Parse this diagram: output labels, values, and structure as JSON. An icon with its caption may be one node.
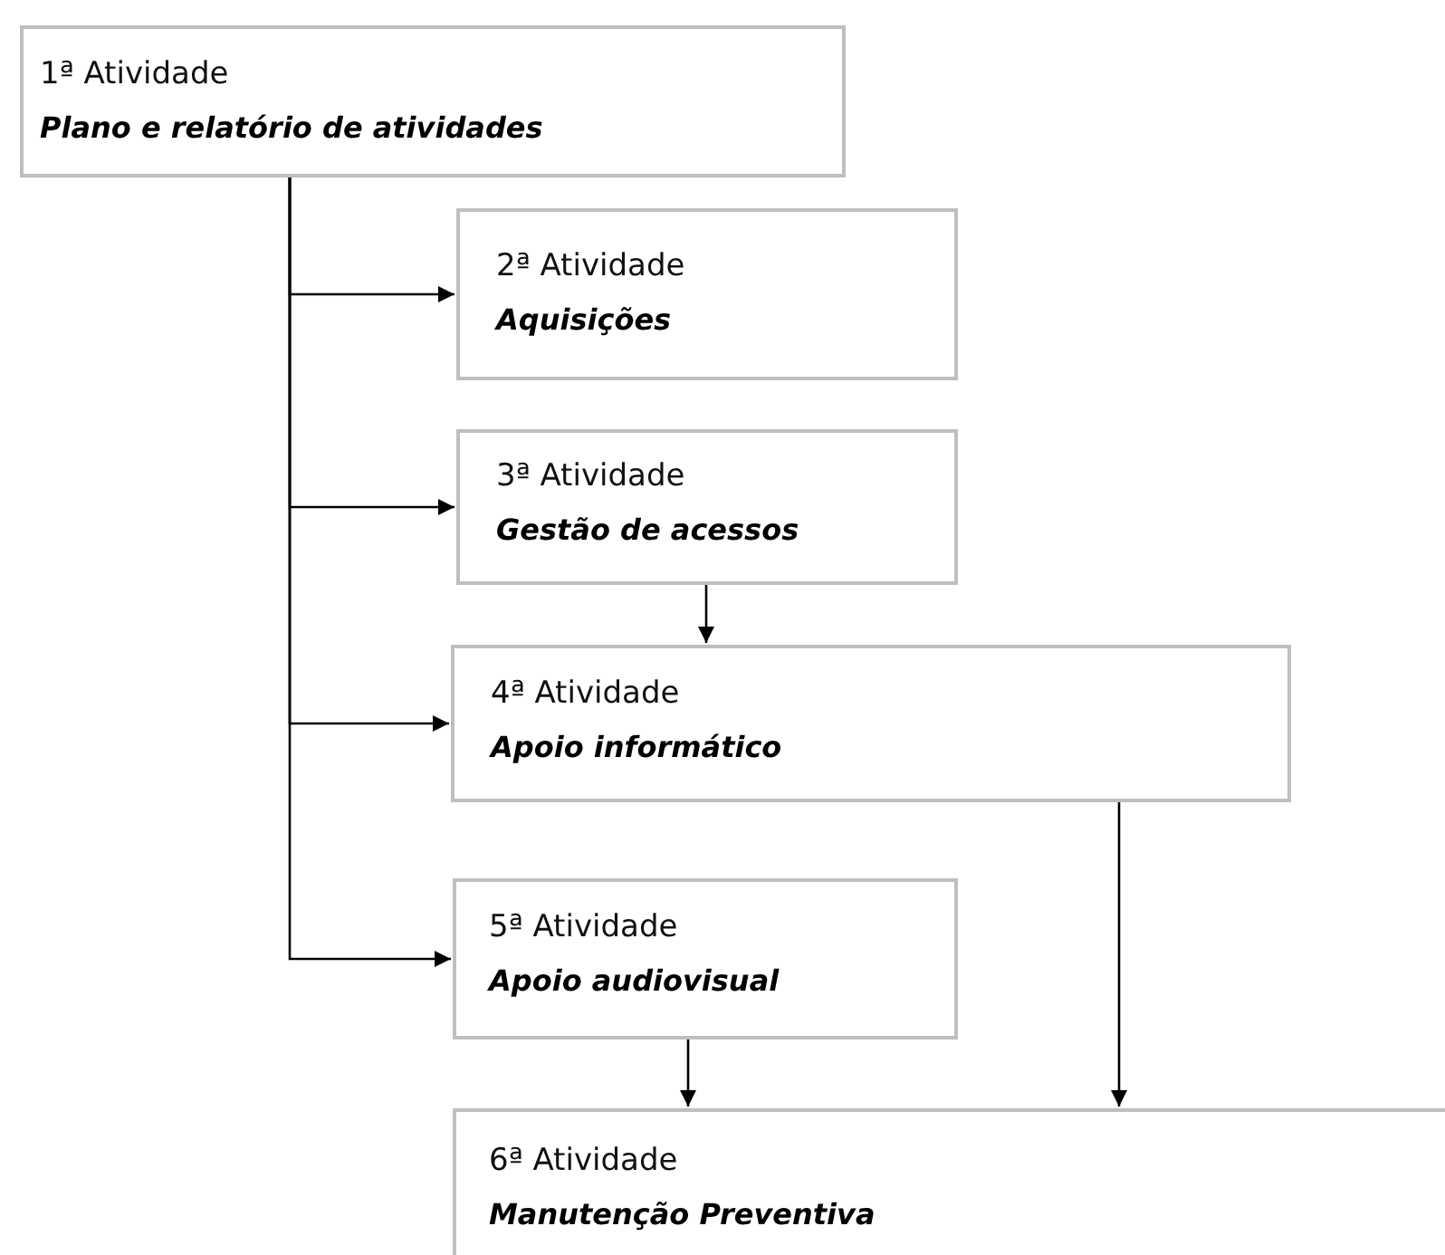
{
  "diagram": {
    "nodes": [
      {
        "text": [
          "1ª Atividade",
          "Plano e relatório de atividades"
        ]
      },
      {
        "text": [
          "2ª Atividade",
          "Aquisições"
        ]
      },
      {
        "text": [
          "3ª Atividade",
          "Gestão de acessos"
        ]
      },
      {
        "text": [
          "4ª Atividade",
          "Apoio informático"
        ]
      },
      {
        "text": [
          "5ª Atividade",
          "Apoio audiovisual"
        ]
      },
      {
        "text": [
          "6ª Atividade",
          "Manutenção Preventiva"
        ]
      }
    ],
    "edges": [
      {
        "from": 0,
        "to": 1,
        "arrow": "to"
      },
      {
        "from": 0,
        "to": 2,
        "arrow": "to"
      },
      {
        "from": 0,
        "to": 3,
        "arrow": "to"
      },
      {
        "from": 0,
        "to": 4,
        "arrow": "to"
      },
      {
        "from": 2,
        "to": 3,
        "arrow": "to"
      },
      {
        "from": 4,
        "to": 5,
        "arrow": "to"
      },
      {
        "from": 3,
        "to": 5,
        "arrow": "to"
      }
    ]
  }
}
